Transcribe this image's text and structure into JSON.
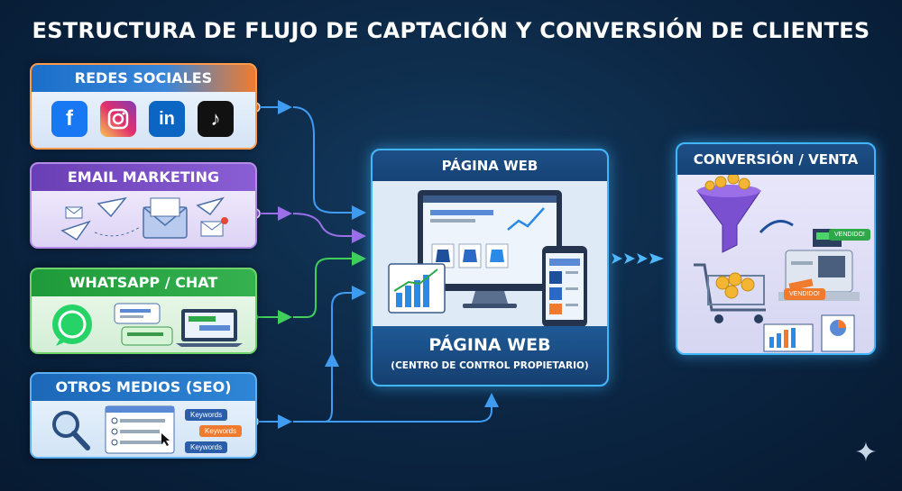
{
  "title": "ESTRUCTURA DE FLUJO DE CAPTACIÓN Y CONVERSIÓN DE CLIENTES",
  "sources": [
    {
      "label": "REDES SOCIALES",
      "icons": [
        "facebook-icon",
        "instagram-icon",
        "linkedin-icon",
        "tiktok-icon"
      ]
    },
    {
      "label": "EMAIL MARKETING",
      "icons": [
        "paper-plane-icon",
        "envelope-icon"
      ]
    },
    {
      "label": "WHATSAPP / CHAT",
      "icons": [
        "whatsapp-icon",
        "chat-bubble-icon",
        "laptop-icon"
      ]
    },
    {
      "label": "OTROS MEDIOS (SEO)",
      "icons": [
        "magnifier-icon",
        "search-results-icon"
      ]
    }
  ],
  "seo_keywords": [
    "Keywords",
    "Keywords",
    "Keywords"
  ],
  "glyphs": {
    "facebook": "f",
    "linkedin": "in",
    "tiktok": "♪"
  },
  "webpage": {
    "header": "PÁGINA WEB",
    "title": "PÁGINA WEB",
    "subtitle": "(CENTRO DE CONTROL PROPIETARIO)"
  },
  "conversion": {
    "header": "CONVERSIÓN / VENTA",
    "tags": [
      "VENDIDO!",
      "VENDIDO!"
    ]
  },
  "colors": {
    "social": "#f07b2f",
    "email": "#8a5fd6",
    "whatsapp": "#35b24f",
    "seo": "#2f86d6",
    "accent": "#3fb6ff"
  }
}
